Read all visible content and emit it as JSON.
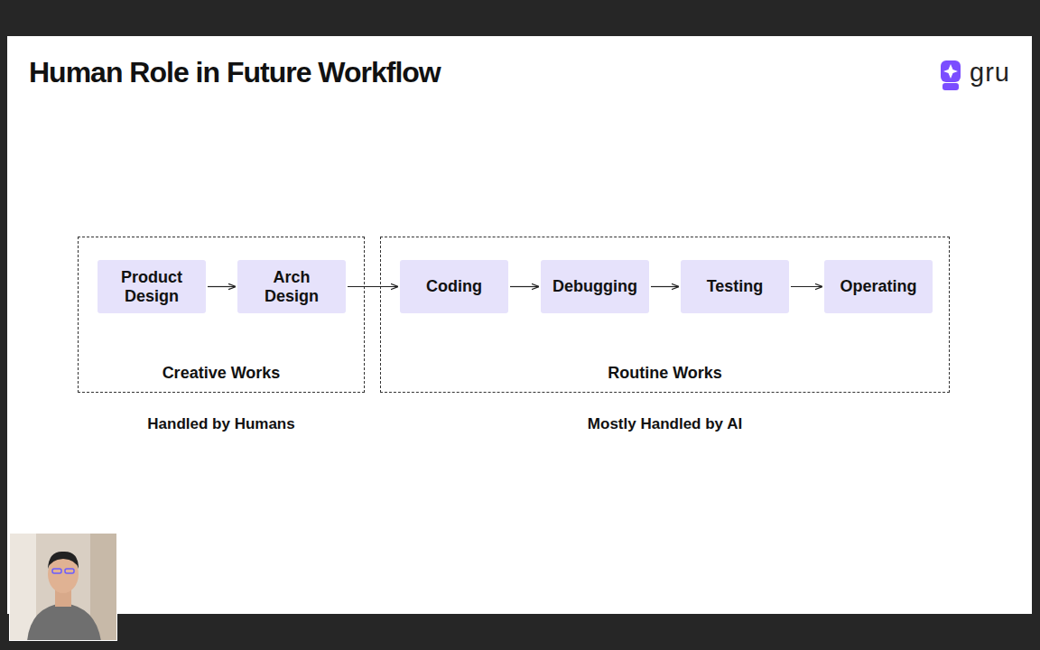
{
  "diagram": {
    "title": "Human Role in Future Workflow",
    "nodes": [
      {
        "text": [
          "Creative Works",
          "Handled by Humans"
        ]
      },
      {
        "text": [
          "Product Design"
        ],
        "in": 0
      },
      {
        "text": [
          "Arch Design"
        ],
        "in": 0
      },
      {
        "text": [
          "Routine Works",
          "Mostly Handled by AI"
        ]
      },
      {
        "text": [
          "Coding"
        ],
        "in": 3
      },
      {
        "text": [
          "Debugging"
        ],
        "in": 3
      },
      {
        "text": [
          "Testing"
        ],
        "in": 3
      },
      {
        "text": [
          "Operating"
        ],
        "in": 3
      }
    ],
    "edges": [
      {
        "from": 1,
        "to": 2,
        "arrow": "to"
      },
      {
        "from": 2,
        "to": 4,
        "arrow": "to"
      },
      {
        "from": 4,
        "to": 5,
        "arrow": "to"
      },
      {
        "from": 5,
        "to": 6,
        "arrow": "to"
      },
      {
        "from": 6,
        "to": 7,
        "arrow": "to"
      }
    ],
    "labels": [
      "gru"
    ]
  }
}
